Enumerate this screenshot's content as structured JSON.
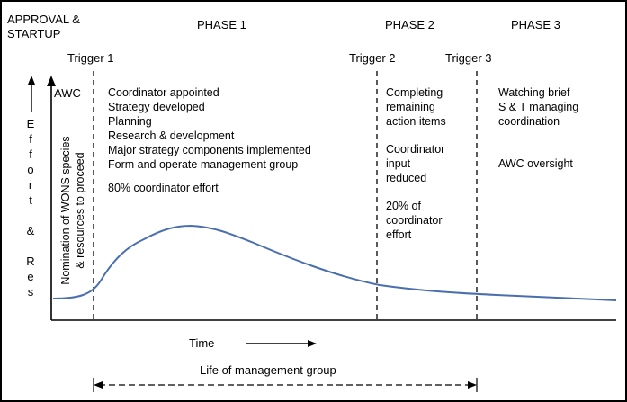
{
  "phase_headers": {
    "approval_line1": "APPROVAL   &",
    "approval_line2": "STARTUP",
    "phase1": "PHASE 1",
    "phase2": "PHASE 2",
    "phase3": "PHASE 3"
  },
  "triggers": [
    "Trigger 1",
    "Trigger 2",
    "Trigger 3"
  ],
  "y_axis_letters": [
    "E",
    "f",
    "f",
    "o",
    "r",
    "t",
    "",
    "&",
    "",
    "R",
    "e",
    "s"
  ],
  "awc_label": "AWC",
  "nomination_text": "Nomination of WONS species & resources to proceed",
  "phase1_items": [
    "Coordinator appointed",
    "Strategy developed",
    "Planning",
    "Research & development",
    "Major strategy components implemented",
    "Form and operate management group"
  ],
  "phase1_effort": "80% coordinator effort",
  "phase2_items": [
    "Completing",
    "remaining",
    "action items"
  ],
  "phase2_reduced": [
    "Coordinator",
    "input",
    "reduced"
  ],
  "phase2_effort": [
    "20%  of",
    "coordinator",
    "effort"
  ],
  "phase3_items": [
    "Watching brief",
    "S  &  T  managing",
    "coordination"
  ],
  "phase3_oversight": "AWC oversight",
  "time_label": "Time",
  "life_label": "Life of management group"
}
